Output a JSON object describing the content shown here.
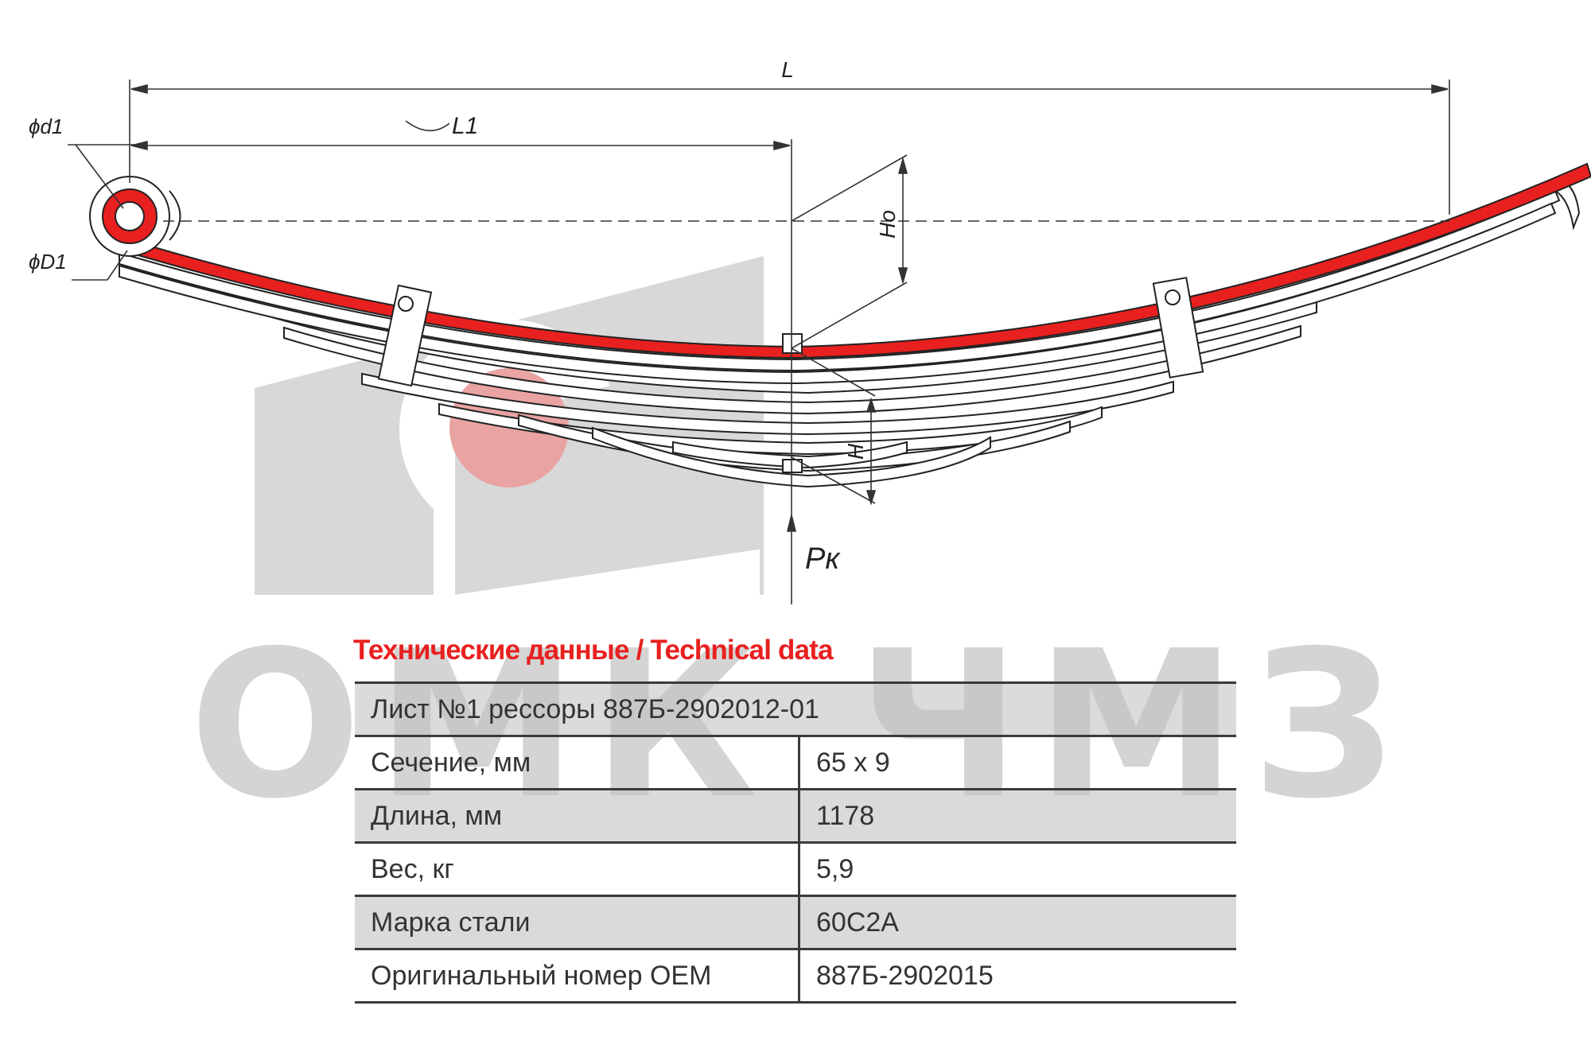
{
  "drawing": {
    "dimension_labels": {
      "L": "L",
      "L1": "L1",
      "d1": "ϕd1",
      "D1": "ϕD1",
      "Ho": "Ho",
      "H": "H",
      "Pk": "Pк"
    },
    "watermark": {
      "text": "ОМК ЧМЗ"
    },
    "colors": {
      "highlight_leaf": "#e8201f",
      "watermark": "#d6d6d6",
      "line": "#222222"
    }
  },
  "technical_data": {
    "title": "Технические данные / Technical data",
    "header": "Лист №1 рессоры 887Б-2902012-01",
    "rows": [
      {
        "label": "Сечение, мм",
        "value": "65 x 9"
      },
      {
        "label": "Длина, мм",
        "value": "1178"
      },
      {
        "label": "Вес, кг",
        "value": "5,9"
      },
      {
        "label": "Марка стали",
        "value": "60С2А"
      },
      {
        "label": "Оригинальный номер OEM",
        "value": "887Б-2902015"
      }
    ]
  }
}
